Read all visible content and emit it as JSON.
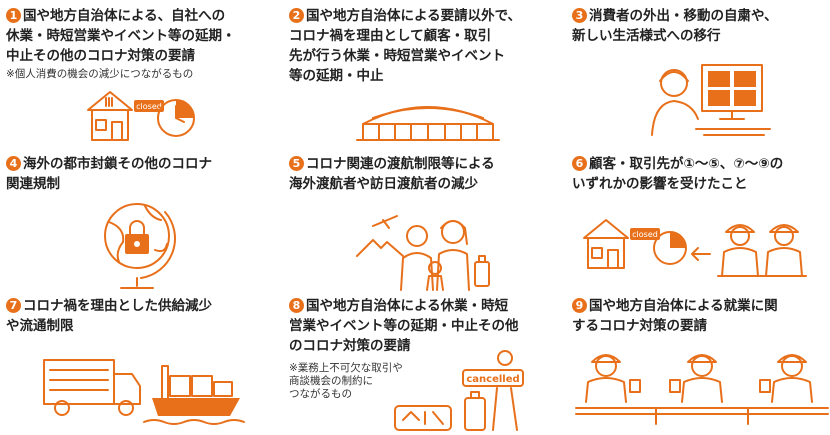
{
  "cells": [
    {
      "num": "1",
      "lines": [
        "国や地方自治体による、自社への",
        "休業・時短営業やイベント等の延期・",
        "中止その他のコロナ対策の要請"
      ],
      "note": [
        "※個人消費の機会の減少につながるもの"
      ],
      "sign": "closed"
    },
    {
      "num": "2",
      "lines": [
        "国や地方自治体による要請以外で、",
        "コロナ禍を理由として顧客・取引",
        "先が行う休業・時短営業やイベント",
        "等の延期・中止"
      ]
    },
    {
      "num": "3",
      "lines": [
        "消費者の外出・移動の自粛や、",
        "新しい生活様式への移行"
      ]
    },
    {
      "num": "4",
      "lines": [
        "海外の都市封鎖その他のコロナ",
        "関連規制"
      ]
    },
    {
      "num": "5",
      "lines": [
        "コロナ関連の渡航制限等による",
        "海外渡航者や訪日渡航者の減少"
      ]
    },
    {
      "num": "6",
      "lines": [
        "顧客・取引先が①～⑤、⑦～⑨の",
        "いずれかの影響を受けたこと"
      ],
      "sign": "closed"
    },
    {
      "num": "7",
      "lines": [
        "コロナ禍を理由とした供給減少",
        "や流通制限"
      ]
    },
    {
      "num": "8",
      "lines": [
        "国や地方自治体による休業・時短",
        "営業やイベント等の延期・中止その他",
        "のコロナ対策の要請"
      ],
      "note": [
        "※業務上不可欠な取引や",
        "商談機会の制約に",
        "つながるもの"
      ],
      "sign": "cancelled"
    },
    {
      "num": "9",
      "lines": [
        "国や地方自治体による就業に関",
        "するコロナ対策の要請"
      ]
    }
  ],
  "colors": {
    "accent": "#e8701a",
    "text": "#222222"
  }
}
